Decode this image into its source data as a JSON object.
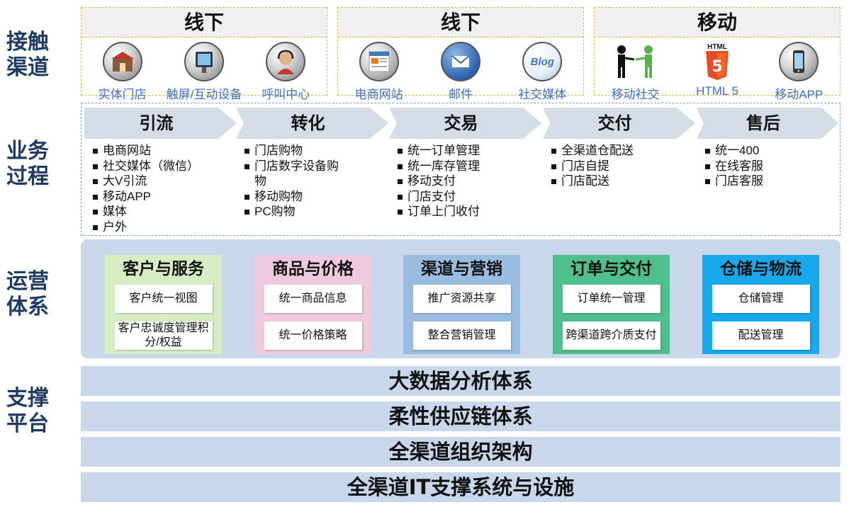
{
  "rows": {
    "touchpoints": "接触\n渠道",
    "process": "业务\n过程",
    "operations": "运营\n体系",
    "support": "支撑\n平台"
  },
  "channel_groups": [
    {
      "title": "线下",
      "items": [
        {
          "label": "实体门店",
          "icon": "store-icon"
        },
        {
          "label": "触屏/互动设备",
          "icon": "touchscreen-icon"
        },
        {
          "label": "呼叫中心",
          "icon": "call-center-icon"
        }
      ]
    },
    {
      "title": "线下",
      "items": [
        {
          "label": "电商网站",
          "icon": "website-icon"
        },
        {
          "label": "邮件",
          "icon": "mail-icon"
        },
        {
          "label": "社交媒体",
          "icon": "blog-icon",
          "icon_text": "Blog"
        }
      ]
    },
    {
      "title": "移动",
      "items": [
        {
          "label": "移动社交",
          "icon": "people-icon"
        },
        {
          "label": "HTML 5",
          "icon": "html5-icon",
          "icon_text": "HTML"
        },
        {
          "label": "移动APP",
          "icon": "phone-icon"
        }
      ]
    }
  ],
  "process": [
    {
      "title": "引流",
      "items": [
        "电商网站",
        "社交媒体（微信）",
        "大V引流",
        "移动APP",
        "媒体",
        "户外"
      ]
    },
    {
      "title": "转化",
      "items": [
        "门店购物",
        "门店数字设备购物",
        "移动购物",
        "PC购物"
      ]
    },
    {
      "title": "交易",
      "items": [
        "统一订单管理",
        "统一库存管理",
        "移动支付",
        "门店支付",
        "订单上门收付"
      ]
    },
    {
      "title": "交付",
      "items": [
        "全渠道仓配送",
        "门店自提",
        "门店配送"
      ]
    },
    {
      "title": "售后",
      "items": [
        "统一400",
        "在线客服",
        "门店客服"
      ]
    }
  ],
  "operations": [
    {
      "title": "客户与服务",
      "color": "#d8ecc4",
      "items": [
        "客户统一视图",
        "客户忠诚度管理积分/权益"
      ]
    },
    {
      "title": "商品与价格",
      "color": "#efc9de",
      "items": [
        "统一商品信息",
        "统一价格策略"
      ]
    },
    {
      "title": "渠道与营销",
      "color": "#98bde0",
      "items": [
        "推广资源共享",
        "整合营销管理"
      ]
    },
    {
      "title": "订单与交付",
      "color": "#4fbf8d",
      "items": [
        "订单统一管理",
        "跨渠道跨介质支付"
      ]
    },
    {
      "title": "仓储与物流",
      "color": "#18a9ec",
      "items": [
        "仓储管理",
        "配送管理"
      ]
    }
  ],
  "support": [
    "大数据分析体系",
    "柔性供应链体系",
    "全渠道组织架构",
    "全渠道IT支撑系统与设施"
  ]
}
